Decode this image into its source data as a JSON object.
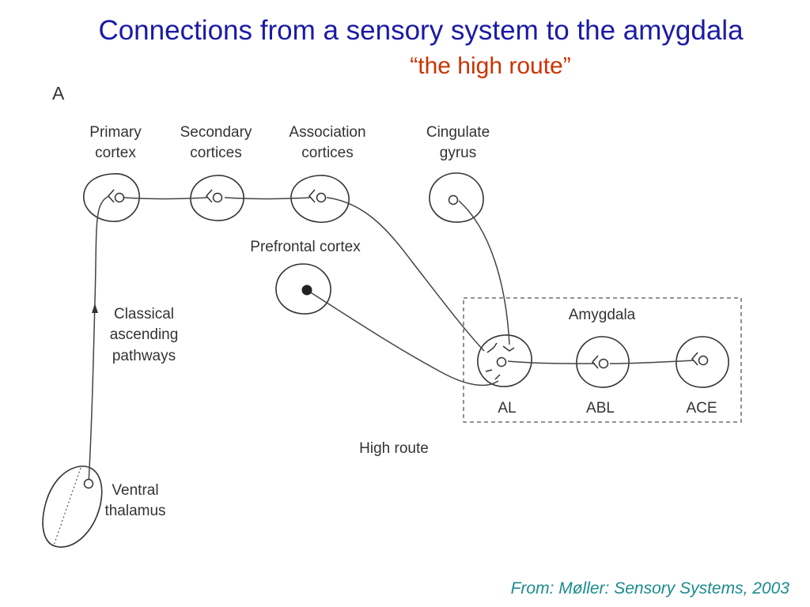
{
  "slide": {
    "title": "Connections from a sensory system to the amygdala",
    "subtitle": "“the high route”",
    "citation": "From: Møller: Sensory Systems, 2003"
  },
  "figure": {
    "panel_label": "A",
    "labels": {
      "primary_cortex": [
        "Primary",
        "cortex"
      ],
      "secondary_cortices": [
        "Secondary",
        "cortices"
      ],
      "association_cortices": [
        "Association",
        "cortices"
      ],
      "cingulate_gyrus": [
        "Cingulate",
        "gyrus"
      ],
      "prefrontal_cortex": "Prefrontal cortex",
      "classical_pathways": [
        "Classical",
        "ascending",
        "pathways"
      ],
      "ventral_thalamus": [
        "Ventral",
        "thalamus"
      ],
      "amygdala": "Amygdala",
      "al": "AL",
      "abl": "ABL",
      "ace": "ACE",
      "high_route": "High route"
    }
  }
}
